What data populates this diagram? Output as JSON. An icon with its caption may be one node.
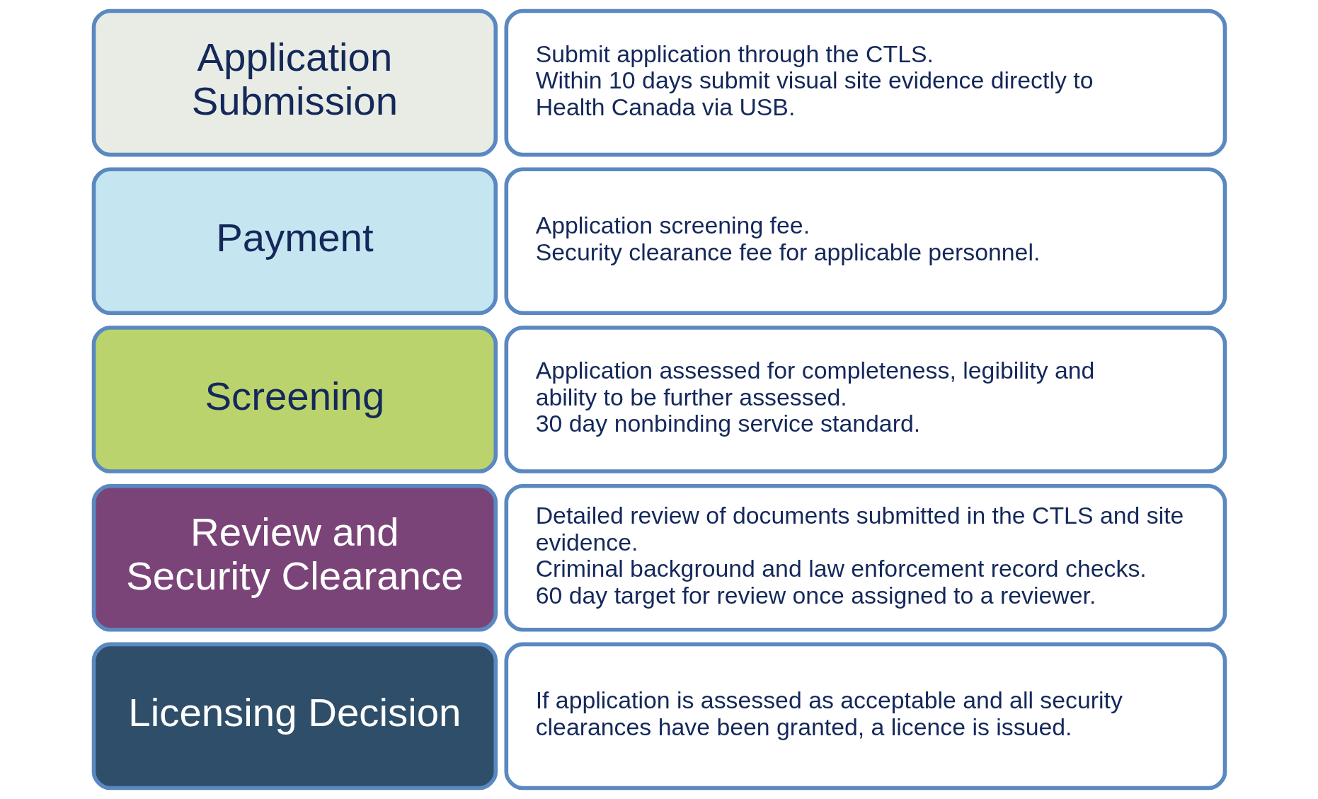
{
  "diagram": {
    "nodes": [
      {
        "text": [
          "Application Submission"
        ]
      },
      {
        "text": [
          "Submit application through the CTLS.",
          "Within 10 days submit visual site evidence directly to Health Canada via USB."
        ]
      },
      {
        "text": [
          "Payment"
        ]
      },
      {
        "text": [
          "Application screening fee.",
          "Security clearance fee for applicable personnel."
        ]
      },
      {
        "text": [
          "Screening"
        ]
      },
      {
        "text": [
          "Application assessed for completeness, legibility and ability to be further assessed.",
          "30 day nonbinding service standard."
        ]
      },
      {
        "text": [
          "Review and Security Clearance"
        ]
      },
      {
        "text": [
          "Detailed review of documents submitted in the CTLS and site evidence.",
          "Criminal background and law enforcement record checks.",
          "60 day target for review once assigned to a reviewer."
        ]
      },
      {
        "text": [
          "Licensing Decision"
        ]
      },
      {
        "text": [
          "If application is assessed as acceptable and all security clearances have been granted, a licence is issued."
        ]
      }
    ],
    "edges": []
  }
}
